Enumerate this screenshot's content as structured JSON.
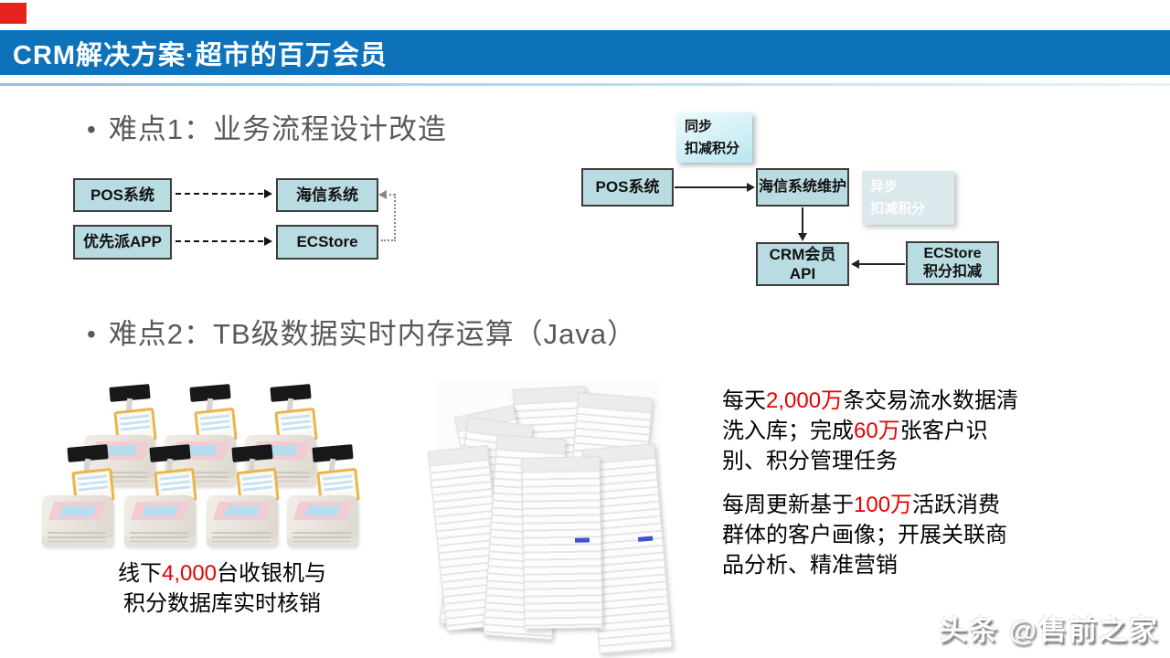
{
  "slide": {
    "header": {
      "title": "CRM解决方案·超市的百万会员"
    },
    "colors": {
      "header_bar": "#0e72bb",
      "accent_red_chip": "#e8221c",
      "diagram_box_fill": "#b9dce2",
      "number_red": "#e80000",
      "heading_gray": "#595959"
    },
    "points": {
      "p1": {
        "bullet": "•",
        "text": "难点1：业务流程设计改造"
      },
      "p2": {
        "bullet": "•",
        "text": "难点2：TB级数据实时内存运算（Java）"
      }
    },
    "flow_before": {
      "pos": "POS系统",
      "hisense": "海信系统",
      "app": "优先派APP",
      "ecstore": "ECStore"
    },
    "flow_after": {
      "sync_l1": "同步",
      "sync_l2": "扣减积分",
      "pos": "POS系统",
      "hisense_maint": "海信系统维护",
      "async_l1": "异步",
      "async_l2": "扣减积分",
      "crm_api": "CRM会员API",
      "ecstore_l1": "ECStore",
      "ecstore_l2": "积分扣减"
    },
    "stats": {
      "p1": {
        "s1": "每天",
        "r1": "2,000万",
        "s2": "条交易流水数据清洗入库；完成",
        "r2": "60万",
        "s3": "张客户识别、积分管理任务"
      },
      "p2": {
        "s1": "每周更新基于",
        "r1": "100万",
        "s2": "活跃消费群体的客户画像；开展关联商品分析、精准营销"
      }
    },
    "caption": {
      "s1": "线下",
      "r1": "4,000",
      "s2": "台收银机与",
      "line2": "积分数据库实时核销"
    },
    "watermark": "头条 @售前之家"
  }
}
